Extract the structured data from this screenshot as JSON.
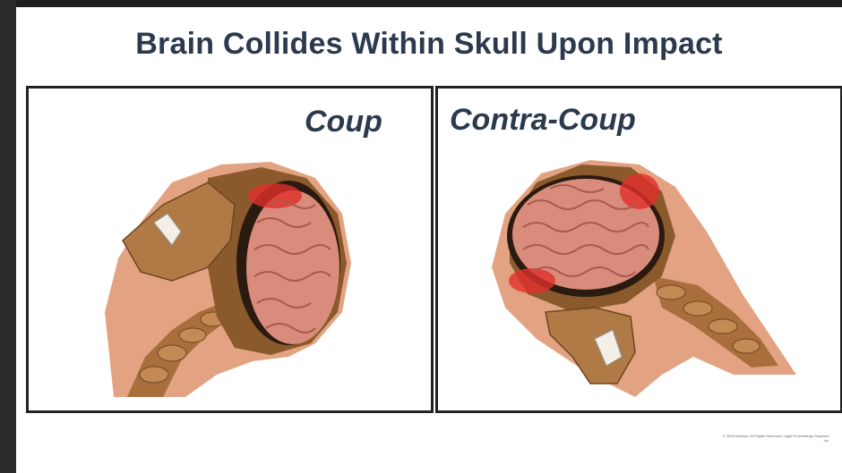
{
  "title": "Brain Collides Within Skull Upon Impact",
  "panels": [
    {
      "label": "Coup"
    },
    {
      "label": "Contra-Coup"
    }
  ],
  "copyright": "© 2018 Nucleus. All Rights Reserved. Legal Proceedings Graphics, Inc.",
  "colors": {
    "title": "#2c3a4e",
    "skin": "#e3a382",
    "bone": "#a86f3c",
    "brain": "#d98c7c",
    "impact": "#e0302a",
    "background": "#ffffff"
  }
}
